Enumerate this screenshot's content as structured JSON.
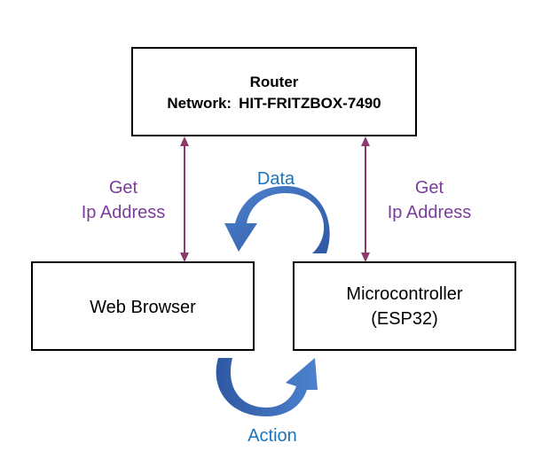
{
  "colors": {
    "box_border": "#000000",
    "connector": "#8B3A6B",
    "left_label": "#7B3D9A",
    "right_label": "#7B3D9A",
    "flow_label": "#1B74BC",
    "arrow_fill_dark": "#2F58A3",
    "arrow_fill_light": "#4D82CE"
  },
  "router": {
    "title": "Router",
    "network_label": "Network:",
    "network_name": "HIT-FRITZBOX-7490"
  },
  "browser": {
    "label": "Web Browser"
  },
  "microcontroller": {
    "label": "Microcontroller",
    "model": "(ESP32)"
  },
  "left_link": {
    "line1": "Get",
    "line2": "Ip Address"
  },
  "right_link": {
    "line1": "Get",
    "line2": "Ip Address"
  },
  "data_flow": {
    "label": "Data",
    "icon": "curved-arrow-left-icon"
  },
  "action_flow": {
    "label": "Action",
    "icon": "curved-arrow-right-icon"
  }
}
